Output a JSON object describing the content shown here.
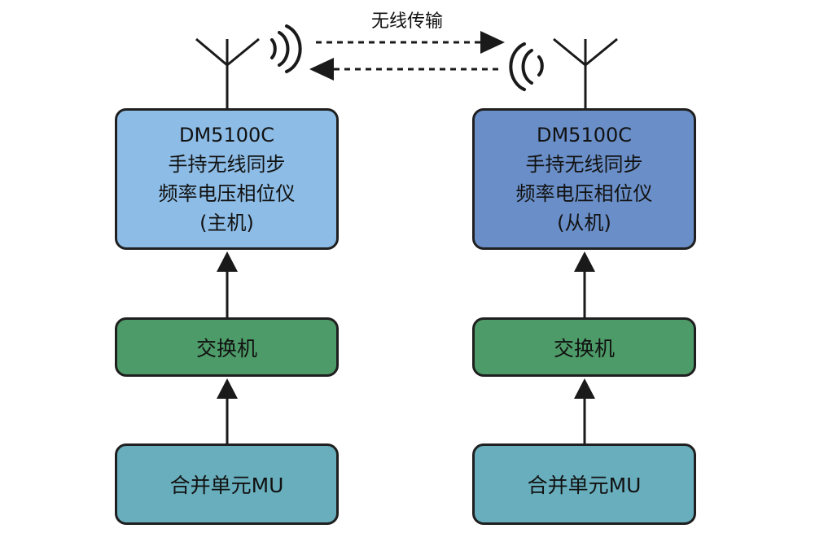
{
  "wireless_label": "无线传输",
  "master": {
    "lines": [
      "DM5100C",
      "手持无线同步",
      "频率电压相位仪",
      "(主机)"
    ],
    "switch_label": "交换机",
    "mu_label": "合并单元MU"
  },
  "slave": {
    "lines": [
      "DM5100C",
      "手持无线同步",
      "频率电压相位仪",
      "(从机)"
    ],
    "switch_label": "交换机",
    "mu_label": "合并单元MU"
  },
  "colors": {
    "master_device": "#8dbde6",
    "slave_device": "#6a8fc8",
    "switch": "#4d9b68",
    "merging_unit": "#68aebd"
  }
}
